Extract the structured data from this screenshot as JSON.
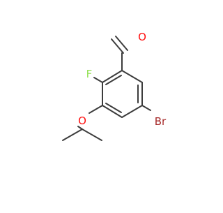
{
  "molecule": {
    "atoms": {
      "oxygen_aldehyde": "O",
      "fluorine": "F",
      "oxygen_ether": "O",
      "bromine": "Br"
    },
    "colors": {
      "bond": "#3c3c3c",
      "oxygen": "#ff0d0d",
      "fluorine": "#90e050",
      "bromine": "#a62929",
      "background": "#ffffff"
    }
  }
}
